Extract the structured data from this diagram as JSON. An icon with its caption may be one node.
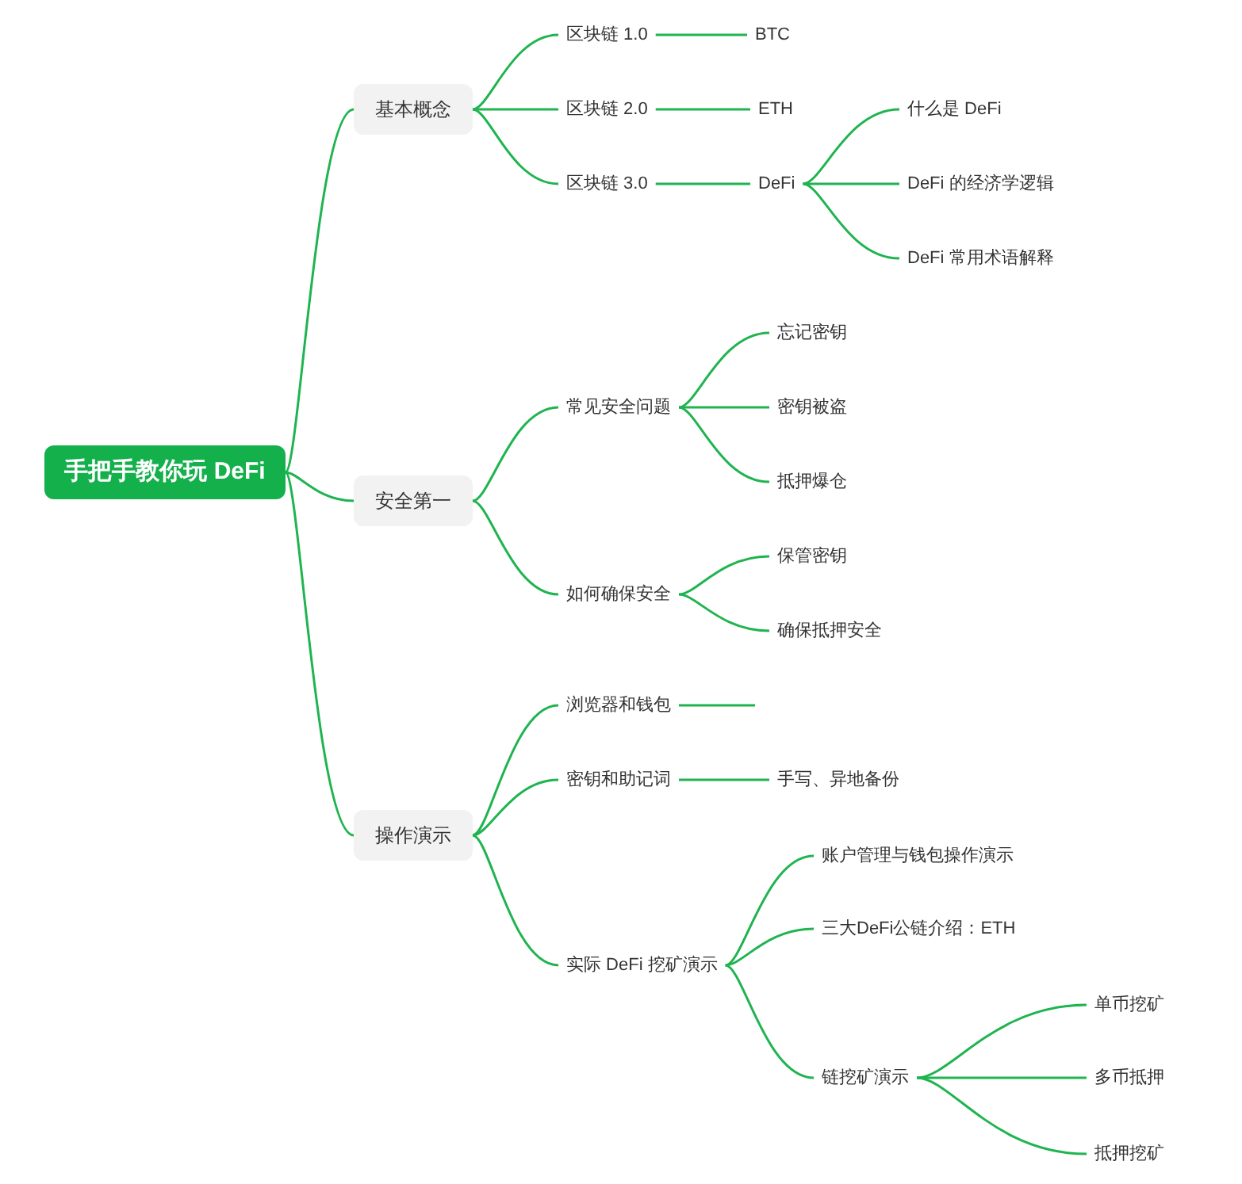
{
  "diagram": {
    "nodes": [
      {
        "text": [
          "手把手教你玩 DeFi"
        ]
      },
      {
        "text": [
          "基本概念"
        ]
      },
      {
        "text": [
          "区块链 1.0"
        ]
      },
      {
        "text": [
          "BTC"
        ]
      },
      {
        "text": [
          "区块链 2.0"
        ]
      },
      {
        "text": [
          "ETH"
        ]
      },
      {
        "text": [
          "区块链 3.0"
        ]
      },
      {
        "text": [
          "DeFi"
        ]
      },
      {
        "text": [
          "什么是 DeFi"
        ]
      },
      {
        "text": [
          "DeFi 的经济学逻辑"
        ]
      },
      {
        "text": [
          "DeFi 常用术语解释"
        ]
      },
      {
        "text": [
          "安全第一"
        ]
      },
      {
        "text": [
          "常见安全问题"
        ]
      },
      {
        "text": [
          "忘记密钥"
        ]
      },
      {
        "text": [
          "密钥被盗"
        ]
      },
      {
        "text": [
          "抵押爆仓"
        ]
      },
      {
        "text": [
          "如何确保安全"
        ]
      },
      {
        "text": [
          "保管密钥"
        ]
      },
      {
        "text": [
          "确保抵押安全"
        ]
      },
      {
        "text": [
          "操作演示"
        ]
      },
      {
        "text": [
          "浏览器和钱包"
        ]
      },
      {
        "text": [
          "密钥和助记词"
        ]
      },
      {
        "text": [
          "手写、异地备份"
        ]
      },
      {
        "text": [
          "实际 DeFi 挖矿演示"
        ]
      },
      {
        "text": [
          "账户管理与钱包操作演示"
        ]
      },
      {
        "text": [
          "三大DeFi公链介绍：ETH"
        ]
      },
      {
        "text": [
          "链挖矿演示"
        ]
      },
      {
        "text": [
          "单币挖矿"
        ]
      },
      {
        "text": [
          "多币抵押"
        ]
      },
      {
        "text": [
          "抵押挖矿"
        ]
      }
    ],
    "edges": [
      {
        "from": 0,
        "to": 1,
        "arrow": "none"
      },
      {
        "from": 1,
        "to": 2,
        "arrow": "none"
      },
      {
        "from": 2,
        "to": 3,
        "arrow": "none"
      },
      {
        "from": 1,
        "to": 4,
        "arrow": "none"
      },
      {
        "from": 4,
        "to": 5,
        "arrow": "none"
      },
      {
        "from": 1,
        "to": 6,
        "arrow": "none"
      },
      {
        "from": 6,
        "to": 7,
        "arrow": "none"
      },
      {
        "from": 7,
        "to": 8,
        "arrow": "none"
      },
      {
        "from": 7,
        "to": 9,
        "arrow": "none"
      },
      {
        "from": 7,
        "to": 10,
        "arrow": "none"
      },
      {
        "from": 0,
        "to": 11,
        "arrow": "none"
      },
      {
        "from": 11,
        "to": 12,
        "arrow": "none"
      },
      {
        "from": 12,
        "to": 13,
        "arrow": "none"
      },
      {
        "from": 12,
        "to": 14,
        "arrow": "none"
      },
      {
        "from": 12,
        "to": 15,
        "arrow": "none"
      },
      {
        "from": 11,
        "to": 16,
        "arrow": "none"
      },
      {
        "from": 16,
        "to": 17,
        "arrow": "none"
      },
      {
        "from": 16,
        "to": 18,
        "arrow": "none"
      },
      {
        "from": 0,
        "to": 19,
        "arrow": "none"
      },
      {
        "from": 19,
        "to": 20,
        "arrow": "none"
      },
      {
        "from": 20,
        "to": null,
        "arrow": "none"
      },
      {
        "from": 19,
        "to": 21,
        "arrow": "none"
      },
      {
        "from": 21,
        "to": 22,
        "arrow": "none"
      },
      {
        "from": 19,
        "to": 23,
        "arrow": "none"
      },
      {
        "from": 23,
        "to": 24,
        "arrow": "none"
      },
      {
        "from": 23,
        "to": 25,
        "arrow": "none"
      },
      {
        "from": 23,
        "to": 26,
        "arrow": "none"
      },
      {
        "from": 26,
        "to": 27,
        "arrow": "none"
      },
      {
        "from": 26,
        "to": 28,
        "arrow": "none"
      },
      {
        "from": 26,
        "to": 29,
        "arrow": "none"
      }
    ]
  }
}
